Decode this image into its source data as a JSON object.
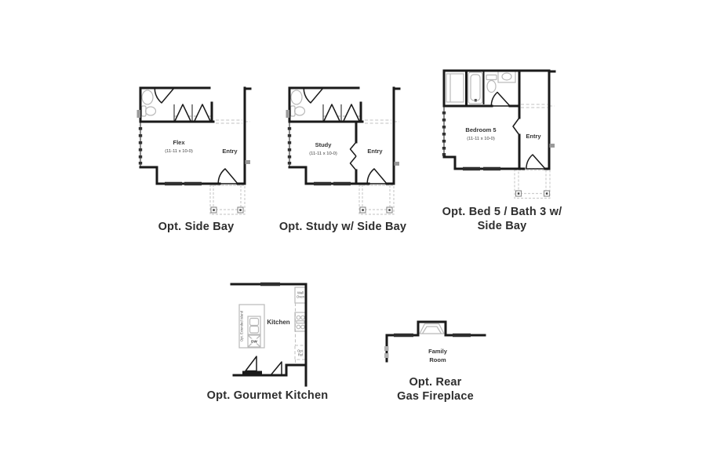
{
  "colors": {
    "background": "#ffffff",
    "wall": "#1a1a1a",
    "fixture_gray": "#b9b9b9",
    "porch_gray": "#cdcdcd",
    "window_dark": "#2f2f2f",
    "caption_text": "#2e2e2e",
    "label_text": "#333333"
  },
  "plans": {
    "side_bay": {
      "caption": "Opt. Side Bay",
      "room": "Flex",
      "dims": "(11-11 x 10-0)",
      "entry": "Entry"
    },
    "study_side_bay": {
      "caption": "Opt. Study w/ Side Bay",
      "room": "Study",
      "dims": "(11-11 x 10-0)",
      "entry": "Entry"
    },
    "bed5_bath3": {
      "caption_lines": [
        "Opt. Bed 5 / Bath 3 w/",
        "Side Bay"
      ],
      "room": "Bedroom 5",
      "dims": "(11-11 x 10-0)",
      "entry": "Entry"
    },
    "gourmet_kitchen": {
      "caption": "Opt. Gourmet Kitchen",
      "room": "Kitchen",
      "wall_oven_lines": [
        "Wall",
        "Oven"
      ],
      "island_label": "Opt. Extended Island",
      "dw_label": "DW",
      "ref_lines": [
        "Opt.",
        "Ref"
      ]
    },
    "rear_fireplace": {
      "caption_lines": [
        "Opt. Rear",
        "Gas Fireplace"
      ],
      "room_lines": [
        "Family",
        "Room"
      ]
    }
  }
}
